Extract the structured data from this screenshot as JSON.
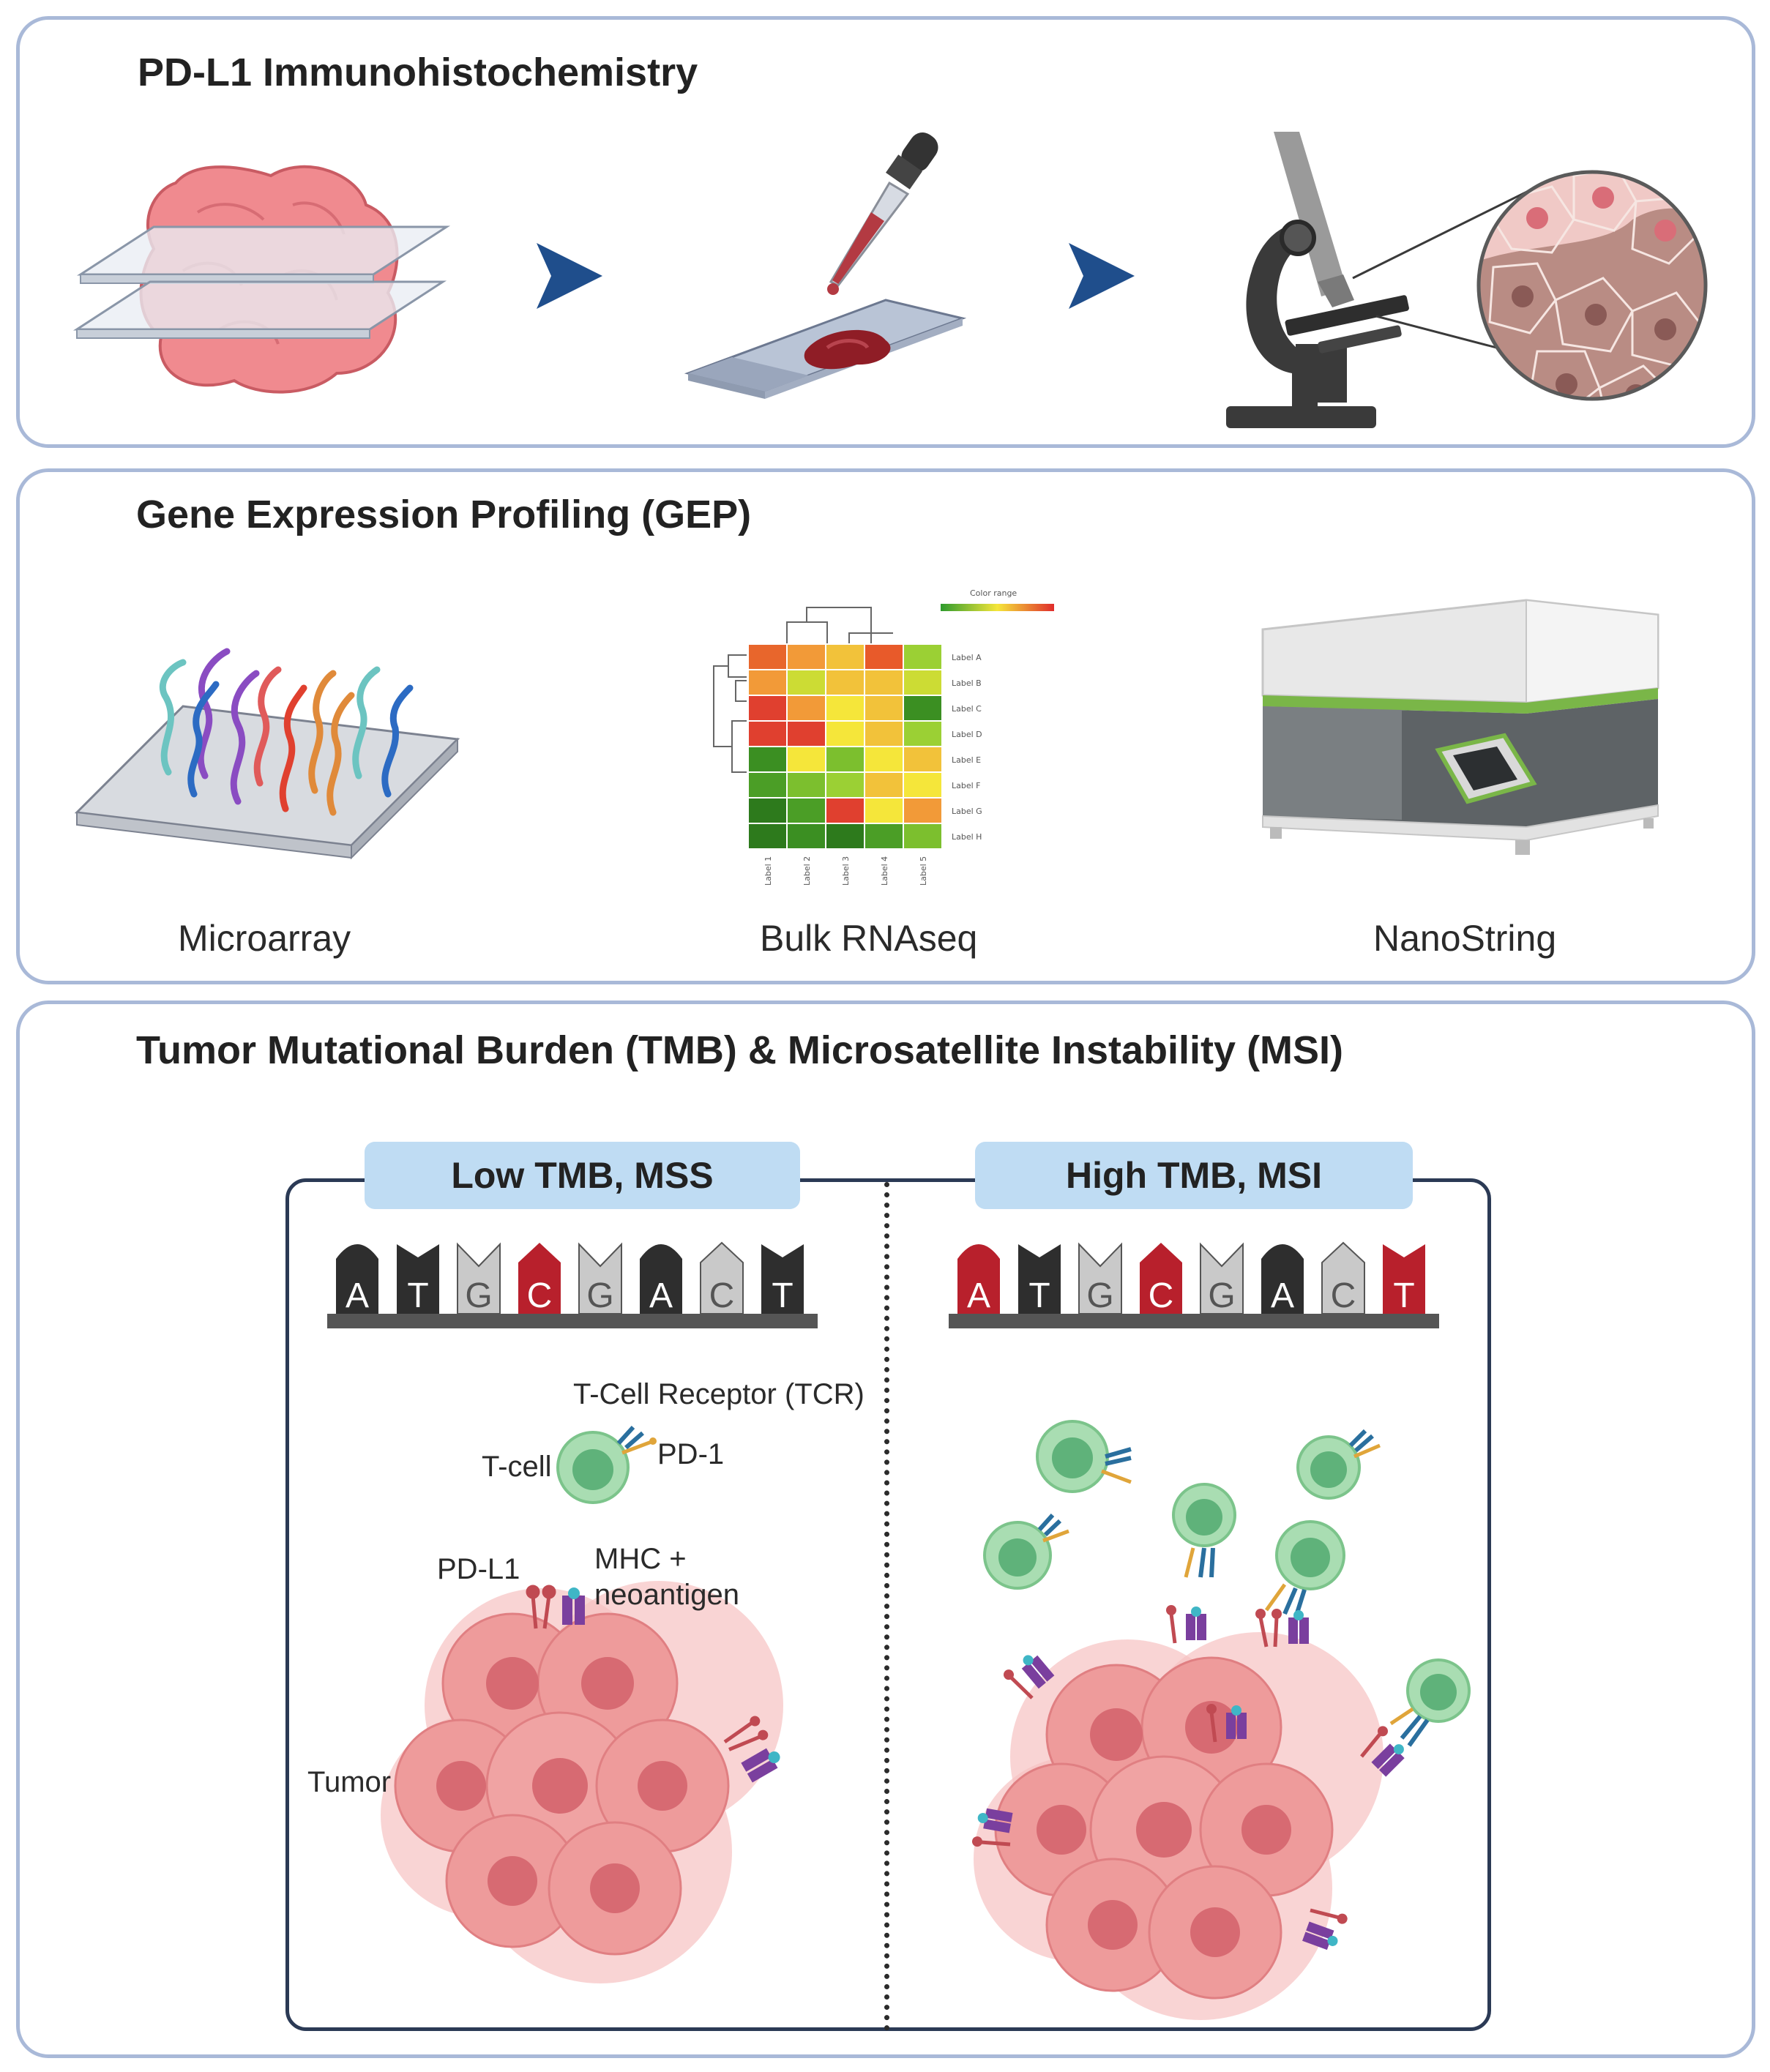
{
  "panels": {
    "ihc": {
      "title": "PD-L1 Immunohistochemistry"
    },
    "gep": {
      "title": "Gene Expression Profiling (GEP)",
      "methods": [
        "Microarray",
        "Bulk RNAseq",
        "NanoString"
      ],
      "heatmap": {
        "legend_label": "Color range",
        "row_labels": [
          "Label A",
          "Label B",
          "Label C",
          "Label D",
          "Label E",
          "Label F",
          "Label G",
          "Label H"
        ],
        "col_labels": [
          "Label 1",
          "Label 2",
          "Label 3",
          "Label 4",
          "Label 5"
        ]
      }
    },
    "tmb": {
      "title": "Tumor Mutational Burden (TMB) & Microsatellite Instability (MSI)",
      "low": {
        "header": "Low TMB, MSS",
        "bases": [
          "A",
          "T",
          "G",
          "C",
          "G",
          "A",
          "C",
          "T"
        ],
        "base_states": [
          "dark",
          "dark",
          "light",
          "mut",
          "light",
          "dark",
          "light",
          "dark"
        ]
      },
      "high": {
        "header": "High TMB, MSI",
        "bases": [
          "A",
          "T",
          "G",
          "C",
          "G",
          "A",
          "C",
          "T"
        ],
        "base_states": [
          "mut",
          "dark",
          "light",
          "mut",
          "light",
          "dark",
          "light",
          "mut"
        ]
      },
      "labels": {
        "tcr": "T-Cell Receptor (TCR)",
        "tcell": "T-cell",
        "pd1": "PD-1",
        "pdl1": "PD-L1",
        "mhc": "MHC  +",
        "neoantigen": "neoantigen",
        "tumor": "Tumor"
      }
    }
  },
  "colors": {
    "panel_border": "#a9b9d8",
    "arrow": "#1f4e8c",
    "mutation": "#b8202c",
    "base_dark": "#2e2e2e",
    "base_light": "#c9c9c9",
    "tcell": "#8fd19b",
    "tumor": "#ee8f8f",
    "pill": "#bfdcf3"
  }
}
